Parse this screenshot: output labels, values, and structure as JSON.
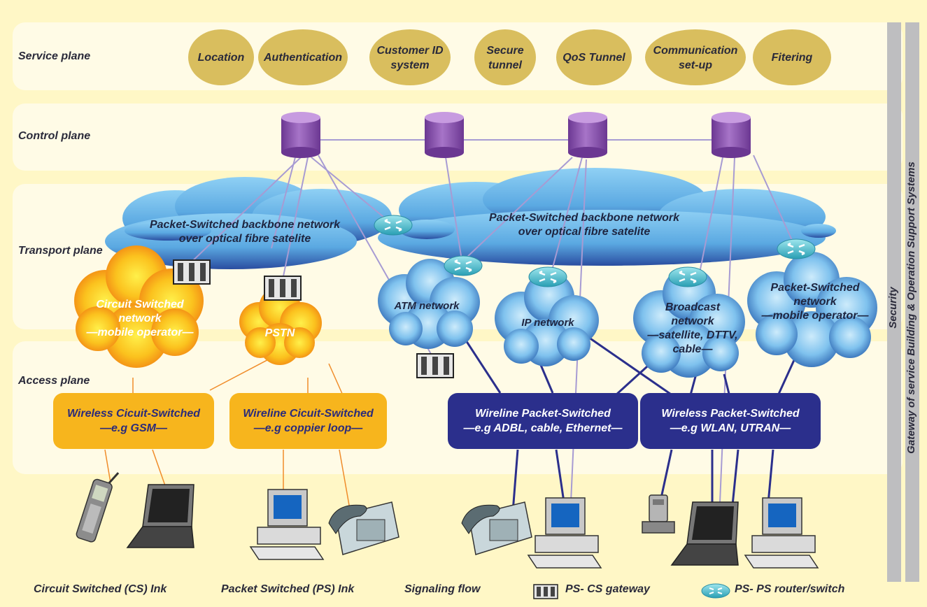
{
  "planes": {
    "service": "Service plane",
    "control": "Control plane",
    "transport": "Transport plane",
    "access": "Access plane"
  },
  "services": [
    "Location",
    "Authentication",
    "Customer ID\nsystem",
    "Secure\ntunnel",
    "QoS Tunnel",
    "Communication\nset-up",
    "Fitering"
  ],
  "clouds": {
    "backbone_left": "Packet-Switched backbone network\nover optical fibre satelite",
    "backbone_right": "Packet-Switched backbone network\nover optical fibre satelite",
    "circuit_switched": "Circuit Switched\nnetwork\n—mobile operator—",
    "pstn": "PSTN",
    "atm": "ATM network",
    "ip": "IP network",
    "broadcast": "Broadcast\nnetwork\n—satellite, DTTV,\ncable—",
    "ps_mobile": "Packet-Switched\nnetwork\n—mobile operator—"
  },
  "access_boxes": {
    "wireless_cs_title": "Wireless Cicuit-Switched",
    "wireless_cs_sub": "—e.g GSM—",
    "wireline_cs_title": "Wireline Cicuit-Switched",
    "wireline_cs_sub": "—e.g coppier loop—",
    "wireline_ps_title": "Wireline Packet-Switched",
    "wireline_ps_sub": "—e.g ADBL, cable, Ethernet—",
    "wireless_ps_title": "Wireless Packet-Switched",
    "wireless_ps_sub": "—e.g WLAN, UTRAN—"
  },
  "side": {
    "security": "Security",
    "gateway": "Gateway of service Building & Operation Support Systems"
  },
  "legend": {
    "cs_link": "Circuit Switched (CS) Ink",
    "ps_link": "Packet Switched (PS) Ink",
    "signaling": "Signaling flow",
    "gateway": "PS- CS gateway",
    "router": "PS- PS router/switch"
  },
  "colors": {
    "background": "#FFF7C6",
    "plane_band": "#FFFBE6",
    "service_ellipse": "#D9BE5E",
    "database": "#8A4FA8",
    "cloud_blue": "#4F97D8",
    "orange_box": "#F7B51D",
    "navy_box": "#2B2F8C",
    "cs_link": "#F08C2A",
    "ps_link": "#2B2F8C",
    "signaling": "#A79BD3",
    "router": "#3FB7C6"
  },
  "icons": [
    "database-icon",
    "router-icon",
    "gateway-icon",
    "mobile-phone-icon",
    "laptop-icon",
    "desktop-computer-icon",
    "desk-phone-icon",
    "base-station-icon"
  ]
}
